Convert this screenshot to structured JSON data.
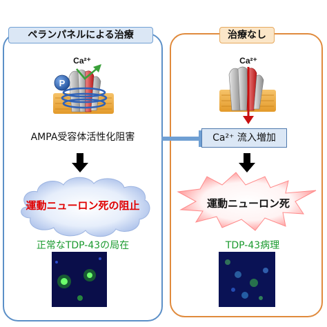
{
  "left": {
    "title": "ペランパネルによる治療",
    "ion": "Ca²⁺",
    "blocker_glyph": "P",
    "receptor_label": "AMPA受容体活性化阻害",
    "outcome": "運動ニューロン死の阻止",
    "tdp_label": "正常なTDP-43の局在"
  },
  "right": {
    "title": "治療なし",
    "ion": "Ca²⁺",
    "flux_label": "Ca²⁺ 流入増加",
    "outcome": "運動ニューロン死",
    "tdp_label": "TDP-43病理"
  },
  "colors": {
    "left_border": "#5b8fc7",
    "right_border": "#e08a3c",
    "inhibition": "#6f9fd3",
    "green_arrow": "#3aa03a",
    "red_arrow": "#c81010",
    "tdp_green": "#1a9a2e",
    "outcome_red": "#e00000"
  }
}
